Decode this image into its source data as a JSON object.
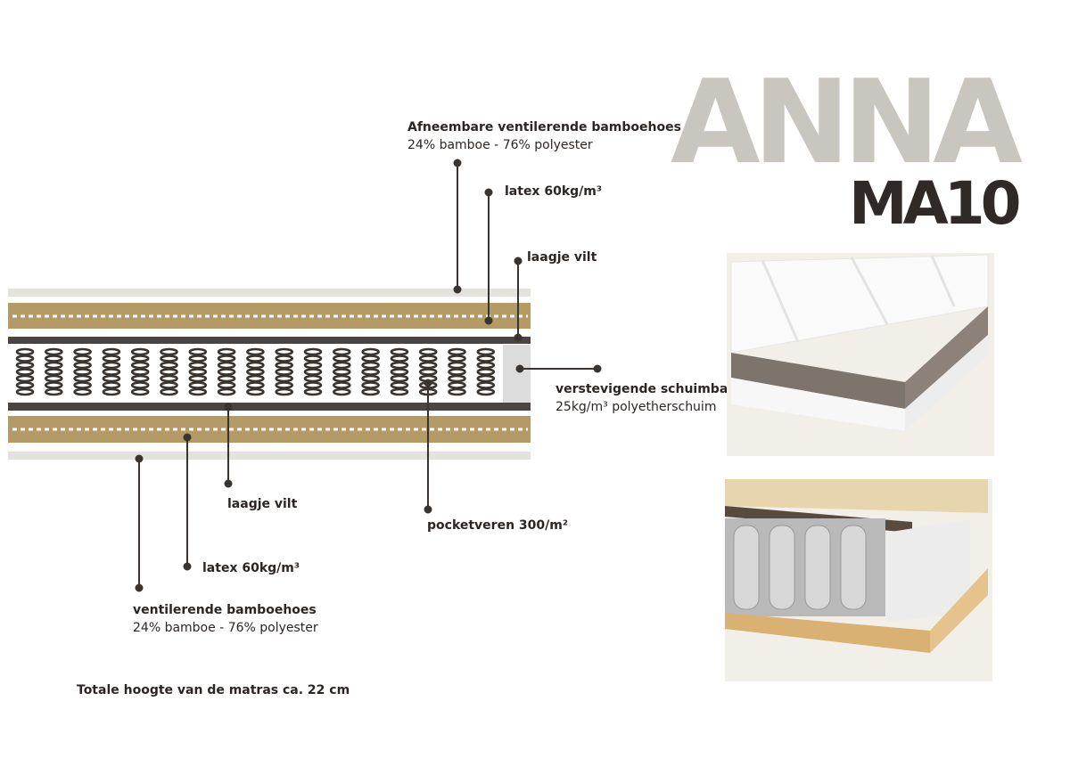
{
  "product": {
    "name": "ANNA",
    "model": "MA10"
  },
  "labels": {
    "top_cover": {
      "title": "Afneembare ventilerende bamboehoes",
      "detail": "24% bamboe - 76% polyester"
    },
    "top_latex": "latex 60kg/m³",
    "top_felt": "laagje vilt",
    "foam_beam": {
      "title": "verstevigende schuimbalk",
      "detail": "25kg/m³ polyetherschuim"
    },
    "bottom_felt": "laagje vilt",
    "pocket_springs": "pocketveren 300/m²",
    "bottom_latex": "latex 60kg/m³",
    "bottom_cover": {
      "title": "ventilerende bamboehoes",
      "detail": "24% bamboe - 76% polyester"
    },
    "total_height": "Totale hoogte van de matras ca. 22 cm"
  },
  "colors": {
    "cover": "#e4e2dc",
    "latex": "#b49a67",
    "felt": "#4a4542",
    "spring": "#3a3430",
    "foam": "#dcdcdc",
    "anna": "#c8c6be",
    "model": "#2f2a27"
  }
}
